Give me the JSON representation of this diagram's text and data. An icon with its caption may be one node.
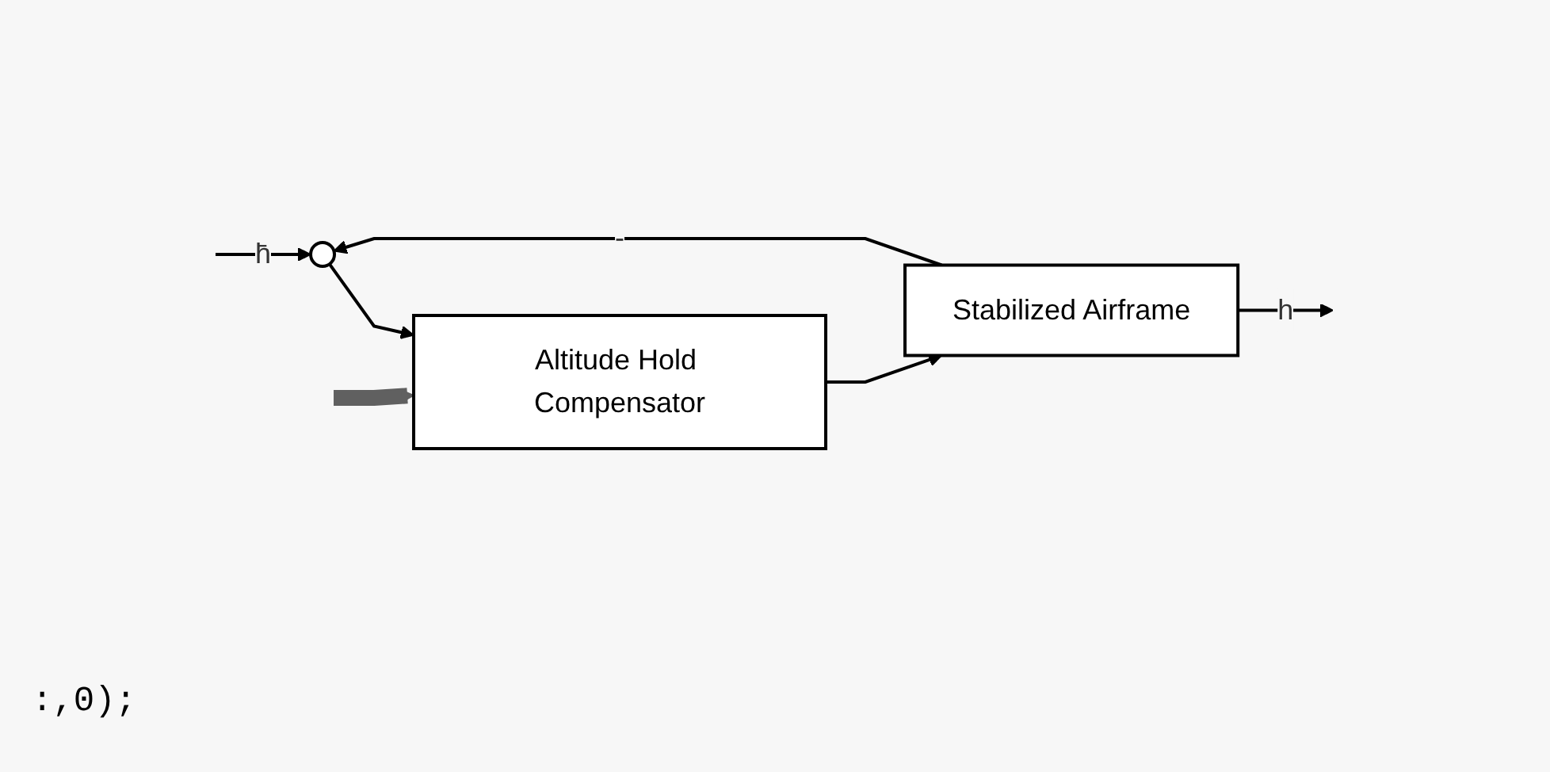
{
  "diagram": {
    "nodes": [
      {
        "text": [],
        "shape": "circle"
      },
      {
        "text": [
          "Altitude Hold Compensator"
        ]
      },
      {
        "text": [
          "Stabilized Airframe"
        ]
      }
    ],
    "edges": [
      {
        "from": null,
        "to": 0,
        "arrow": "to",
        "label": "h̄"
      },
      {
        "from": 0,
        "to": 1,
        "arrow": "to"
      },
      {
        "from": 1,
        "to": 2,
        "arrow": "to"
      },
      {
        "from": 2,
        "to": null,
        "arrow": "to",
        "label": "h"
      },
      {
        "from": 2,
        "to": 0,
        "arrow": "to",
        "label": "-"
      },
      {
        "from": null,
        "to": 1,
        "arrow": "to",
        "style": "thick",
        "color": "#606060"
      }
    ],
    "labels": [
      ":,0);"
    ]
  }
}
